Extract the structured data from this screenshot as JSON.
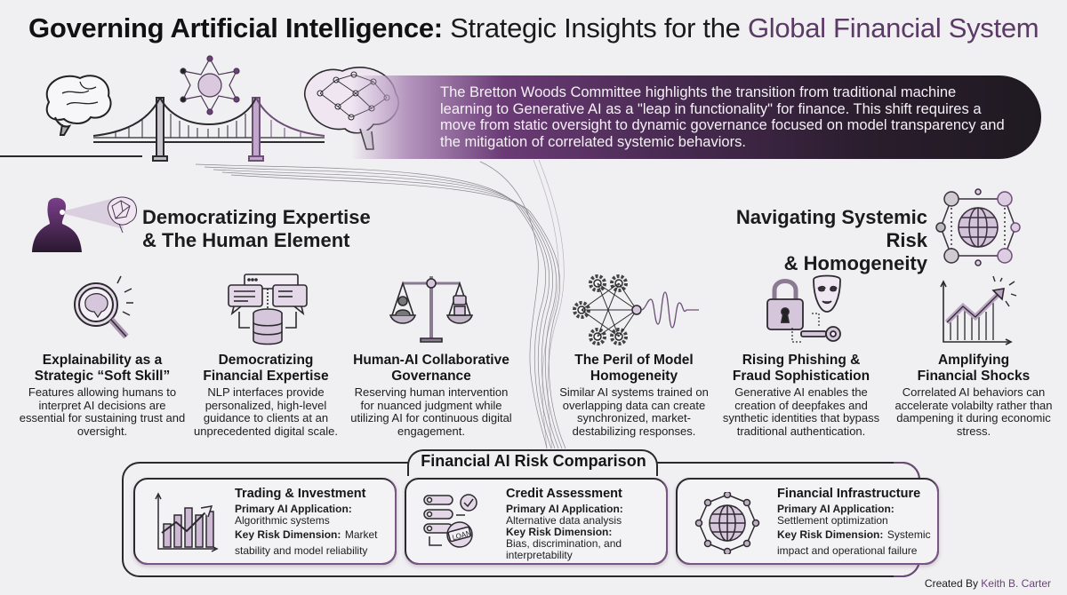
{
  "header": {
    "title_bold": "Governing Artificial Intelligence:",
    "title_regular": "Strategic Insights for the",
    "title_accent": "Global Financial System"
  },
  "intro": {
    "text": "The Bretton Woods Committee highlights the transition from traditional machine learning to Generative AI as a \"leap in functionality\" for finance. This shift requires a move from static oversight to dynamic governance focused on model transparency and the mitigation of correlated systemic behaviors."
  },
  "left_section": {
    "heading_line1": "Democratizing Expertise",
    "heading_line2": "& The Human Element",
    "icon": "person-brain-icon",
    "features": [
      {
        "icon": "magnifier-brain-icon",
        "title_line1": "Explainability as a",
        "title_line2": "Strategic “Soft Skill”",
        "desc": "Features allowing humans to interpret AI decisions are essential for sustaining trust and oversight."
      },
      {
        "icon": "chat-database-icon",
        "title_line1": "Democratizing",
        "title_line2": "Financial Expertise",
        "desc": "NLP interfaces provide personalized, high-level guidance to clients at an unprecedented digital scale."
      },
      {
        "icon": "scale-human-robot-icon",
        "title_line1": "Human-AI Collaborative",
        "title_line2": "Governance",
        "desc": "Reserving human intervention for nuanced judgment while utilizing AI for continuous digital engagement."
      }
    ]
  },
  "right_section": {
    "heading_line1": "Navigating Systemic Risk",
    "heading_line2": "& Homogeneity",
    "icon": "globe-network-icon",
    "features": [
      {
        "icon": "gears-wave-icon",
        "title_line1": "The Peril of Model",
        "title_line2": "Homogeneity",
        "desc": "Similar AI systems trained on overlapping data can create synchronized, market-destabilizing responses."
      },
      {
        "icon": "lock-mask-key-icon",
        "title_line1": "Rising Phishing &",
        "title_line2": "Fraud Sophistication",
        "desc": "Generative AI enables the creation of deepfakes and synthetic identities that bypass traditional authentication."
      },
      {
        "icon": "rising-chart-burst-icon",
        "title_line1": "Amplifying",
        "title_line2": "Financial Shocks",
        "desc": "Correlated AI behaviors can accelerate volabilty rather than dampening it during economic stress."
      }
    ]
  },
  "comparison": {
    "title": "Financial AI Risk Comparison",
    "cards": [
      {
        "icon": "bar-chart-arrow-icon",
        "title": "Trading & Investment",
        "app_label": "Primary AI Application:",
        "app_value": "Algorithmic systems",
        "risk_label": "Key Risk Dimension:",
        "risk_value": "Market stability and model reliability"
      },
      {
        "icon": "loan-list-icon",
        "title": "Credit Assessment",
        "app_label": "Primary AI Application:",
        "app_value": "Alternative data analysis",
        "risk_label": "Key Risk Dimension:",
        "risk_value": "Bias, discrimination, and interpretability"
      },
      {
        "icon": "globe-nodes-icon",
        "title": "Financial Infrastructure",
        "app_label": "Primary AI Application:",
        "app_value": "Settlement optimization",
        "risk_label": "Key Risk Dimension:",
        "risk_value": "Systemic impact and operational failure"
      }
    ]
  },
  "footer": {
    "credit_label": "Created By",
    "credit_name": "Keith B. Carter"
  },
  "colors": {
    "background": "#f0eff1",
    "accent_purple": "#5c3a66",
    "banner_dark": "#1f1a21",
    "text": "#1d1b1f"
  }
}
